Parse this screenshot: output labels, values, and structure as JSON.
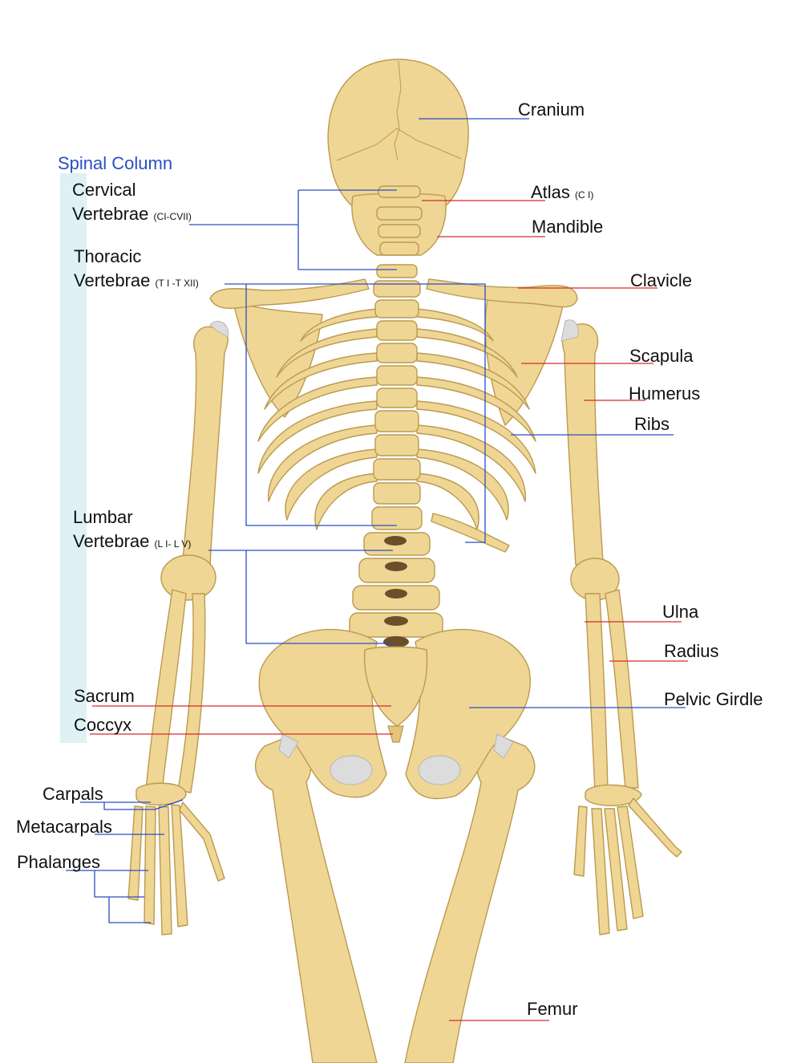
{
  "spinal_column": {
    "title": "Spinal Column",
    "cervical": {
      "line1": "Cervical",
      "line2": "Vertebrae",
      "range": "(CI-CVII)"
    },
    "thoracic": {
      "line1": "Thoracic",
      "line2": "Vertebrae",
      "range": "(T I -T XII)"
    },
    "lumbar": {
      "line1": "Lumbar",
      "line2": "Vertebrae",
      "range": "(L I- L V)"
    },
    "sacrum": "Sacrum",
    "coccyx": "Coccyx"
  },
  "hand": {
    "carpals": "Carpals",
    "metacarpals": "Metacarpals",
    "phalanges": "Phalanges"
  },
  "right_labels": {
    "cranium": "Cranium",
    "atlas": "Atlas",
    "atlas_range": "(C I)",
    "mandible": "Mandible",
    "clavicle": "Clavicle",
    "scapula": "Scapula",
    "humerus": "Humerus",
    "ribs": "Ribs",
    "ulna": "Ulna",
    "radius": "Radius",
    "pelvic_girdle": "Pelvic Girdle",
    "femur": "Femur"
  },
  "colors": {
    "bone": "#efd695",
    "bone_outline": "#bb9a4e",
    "cartilage": "#d9d9d9",
    "vertebral_disc": "#6a4f2a",
    "spine_band": "#dff1f4",
    "leader_blue": "#2a4fc4",
    "leader_red": "#d62a2a",
    "title_blue": "#2a4fc4"
  }
}
